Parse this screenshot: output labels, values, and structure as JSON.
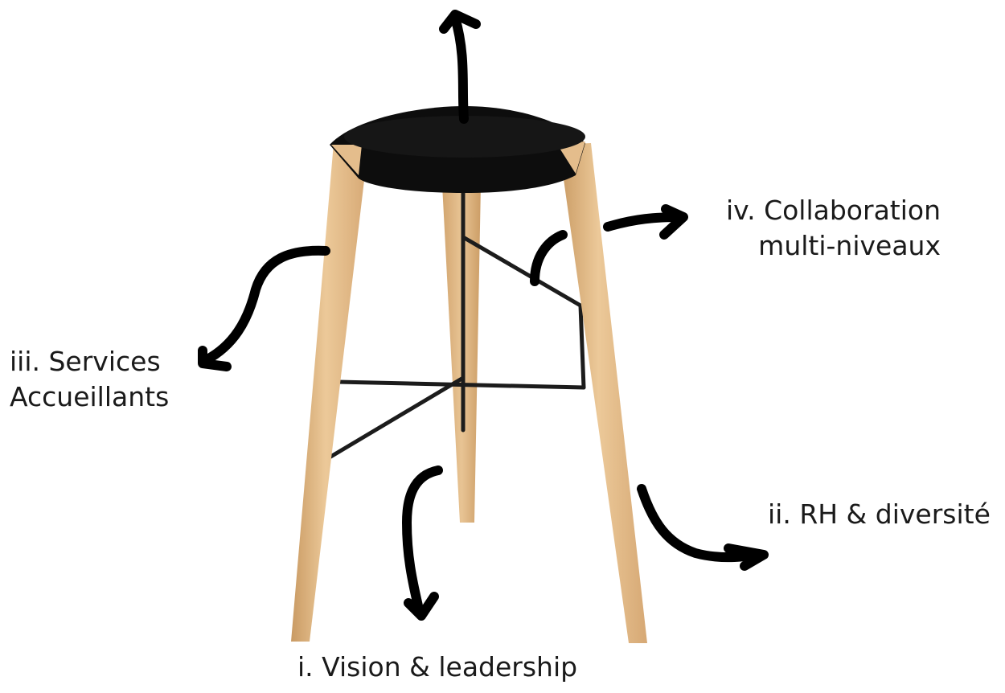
{
  "pillars": [
    {
      "id": "i",
      "label": "i. Vision & leadership"
    },
    {
      "id": "ii",
      "label": "ii. RH & diversité"
    },
    {
      "id": "iii",
      "lines": [
        "iii. Services",
        "Accueillants"
      ]
    },
    {
      "id": "iv",
      "lines": [
        "iv. Collaboration",
        "multi-niveaux"
      ]
    }
  ],
  "colors": {
    "seat": "#0d0d0d",
    "wood": "#e4bd8c",
    "wood_shade": "#c99a63",
    "metal": "#1c1c1c",
    "arrow": "#000000"
  }
}
